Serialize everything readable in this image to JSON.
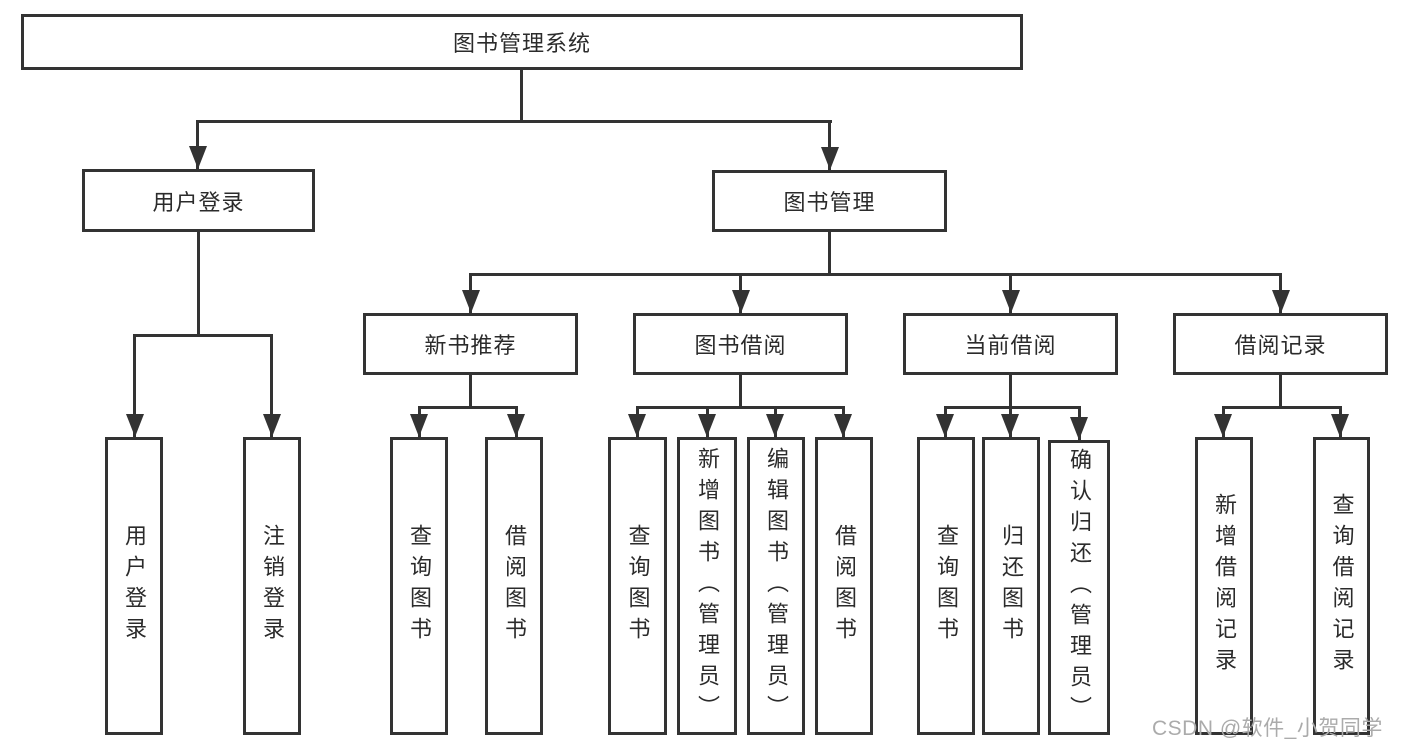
{
  "diagram_title": "图书管理系统",
  "root": {
    "label": "图书管理系统"
  },
  "level2": [
    {
      "label": "用户登录"
    },
    {
      "label": "图书管理"
    }
  ],
  "level3": [
    {
      "label": "新书推荐"
    },
    {
      "label": "图书借阅"
    },
    {
      "label": "当前借阅"
    },
    {
      "label": "借阅记录"
    }
  ],
  "leaves": [
    {
      "label": "用户登录",
      "parent": "用户登录"
    },
    {
      "label": "注销登录",
      "parent": "用户登录"
    },
    {
      "label": "查询图书",
      "parent": "新书推荐"
    },
    {
      "label": "借阅图书",
      "parent": "新书推荐"
    },
    {
      "label": "查询图书",
      "parent": "图书借阅"
    },
    {
      "label": "新增图书（管理员）",
      "parent": "图书借阅"
    },
    {
      "label": "编辑图书（管理员）",
      "parent": "图书借阅"
    },
    {
      "label": "借阅图书",
      "parent": "图书借阅"
    },
    {
      "label": "查询图书",
      "parent": "当前借阅"
    },
    {
      "label": "归还图书",
      "parent": "当前借阅"
    },
    {
      "label": "确认归还（管理员）",
      "parent": "当前借阅"
    },
    {
      "label": "新增借阅记录",
      "parent": "借阅记录"
    },
    {
      "label": "查询借阅记录",
      "parent": "借阅记录"
    }
  ],
  "watermark": "CSDN @软件_小贺同学",
  "colors": {
    "line": "#333333",
    "text": "#2b2b2b",
    "background": "#ffffff",
    "watermark": "#ababab"
  }
}
